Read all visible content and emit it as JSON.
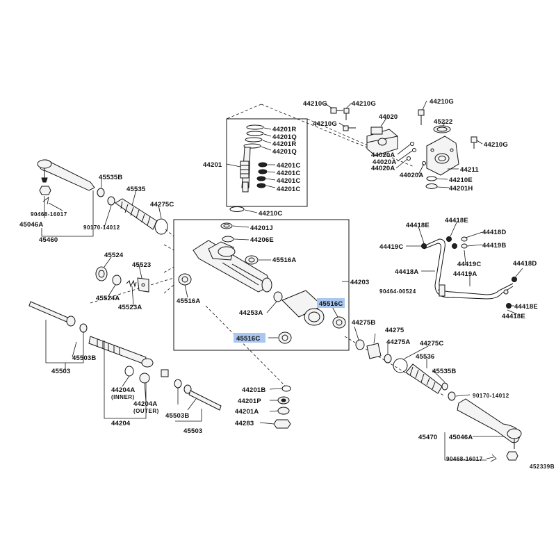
{
  "diagram_id": "452339B",
  "highlight_color": "#a9c7ef",
  "labels": {
    "l44210G_a": "44210G",
    "l44210G_b": "44210G",
    "l44210G_c": "44210G",
    "l44210G_d": "44210G",
    "l44210G_e": "44210G",
    "l44020": "44020",
    "l45222": "45222",
    "l44201R_a": "44201R",
    "l44201Q_a": "44201Q",
    "l44201R_b": "44201R",
    "l44201Q_b": "44201Q",
    "l44201": "44201",
    "l44201C_a": "44201C",
    "l44201C_b": "44201C",
    "l44201C_c": "44201C",
    "l44201C_d": "44201C",
    "l44210C": "44210C",
    "l44020A_a": "44020A",
    "l44020A_b": "44020A",
    "l44020A_c": "44020A",
    "l44020A_d": "44020A",
    "l44211": "44211",
    "l44210E": "44210E",
    "l44201H": "44201H",
    "l45535B_l": "45535B",
    "l45535_l": "45535",
    "l44275C_l": "44275C",
    "l90468_l": "90468-16017",
    "l45046A_l": "45046A",
    "l90170_l": "90170-14012",
    "l45460": "45460",
    "l44201J": "44201J",
    "l44206E": "44206E",
    "l45516A_a": "45516A",
    "l45516A_b": "45516A",
    "l44203": "44203",
    "l44253A": "44253A",
    "l45516C_a": "45516C",
    "l45516C_b": "45516C",
    "l45524": "45524",
    "l45523": "45523",
    "l45524A": "45524A",
    "l45523A": "45523A",
    "l44418E_a": "44418E",
    "l44418E_b": "44418E",
    "l44418D_a": "44418D",
    "l44419C_a": "44419C",
    "l44419B": "44419B",
    "l44418A": "44418A",
    "l44419C_b": "44419C",
    "l44419A": "44419A",
    "l44418D_b": "44418D",
    "l90464": "90464-00524",
    "l44418E_c": "44418E",
    "l44418E_d": "44418E",
    "l45503B_l": "45503B",
    "l45503_l": "45503",
    "l44204A_i": "44204A",
    "inner": "(INNER)",
    "l44204A_o": "44204A",
    "outer": "(OUTER)",
    "l44204": "44204",
    "l45503B_r": "45503B",
    "l45503_r": "45503",
    "l44201B": "44201B",
    "l44201P": "44201P",
    "l44201A": "44201A",
    "l44283": "44283",
    "l44275B": "44275B",
    "l44275": "44275",
    "l44275A": "44275A",
    "l44275C_r": "44275C",
    "l45536": "45536",
    "l45535B_r": "45535B",
    "l90170_r": "90170-14012",
    "l45470": "45470",
    "l45046A_r": "45046A",
    "l90468_r": "90468-16017"
  }
}
